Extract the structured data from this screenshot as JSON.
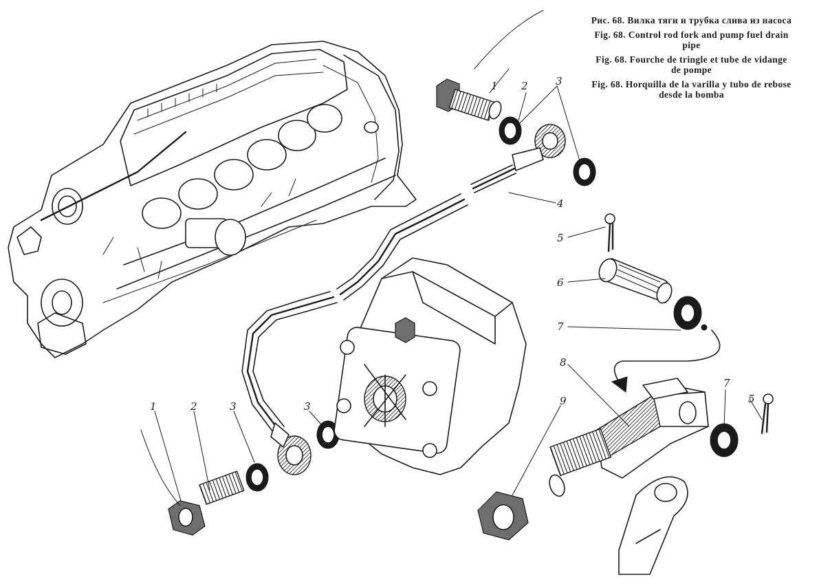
{
  "caption": {
    "ru": "Рис. 68. Вилка тяги и трубка слива из насоса",
    "en": "Fig. 68. Control rod fork and pump fuel drain pipe",
    "fr": "Fig. 68. Fourche de tringle et tube de vidange de pompe",
    "es": "Fig. 68. Horquilla de la varilla y tubo de rebose desde la bomba"
  },
  "callouts": {
    "top_1": "1",
    "top_2": "2",
    "top_3": "3",
    "top_4": "4",
    "right_5_top": "5",
    "right_6": "6",
    "right_7_top": "7",
    "right_8": "8",
    "right_7_bottom": "7",
    "right_5_bottom": "5",
    "bottom_9": "9",
    "bottom_1": "1",
    "bottom_2": "2",
    "bottom_3_left": "3",
    "bottom_3_mid": "3"
  }
}
